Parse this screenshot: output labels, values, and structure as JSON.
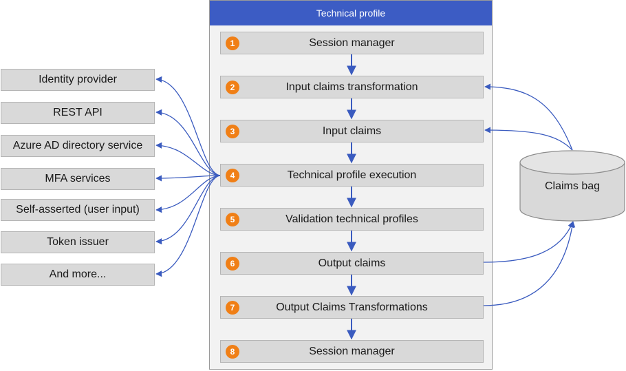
{
  "panel": {
    "title": "Technical profile"
  },
  "steps": [
    {
      "number": "1",
      "label": "Session manager"
    },
    {
      "number": "2",
      "label": "Input claims transformation"
    },
    {
      "number": "3",
      "label": "Input claims"
    },
    {
      "number": "4",
      "label": "Technical profile execution"
    },
    {
      "number": "5",
      "label": "Validation technical profiles"
    },
    {
      "number": "6",
      "label": "Output claims"
    },
    {
      "number": "7",
      "label": "Output Claims Transformations"
    },
    {
      "number": "8",
      "label": "Session manager"
    }
  ],
  "sources": [
    {
      "label": "Identity provider"
    },
    {
      "label": "REST API"
    },
    {
      "label": "Azure AD directory service"
    },
    {
      "label": "MFA services"
    },
    {
      "label": "Self-asserted (user input)"
    },
    {
      "label": "Token issuer"
    },
    {
      "label": "And more..."
    }
  ],
  "claims_bag": {
    "label": "Claims bag"
  },
  "colors": {
    "header": "#3c5cc4",
    "badge": "#f07f16",
    "arrow": "#3a5bbf",
    "box": "#d9d9d9"
  }
}
